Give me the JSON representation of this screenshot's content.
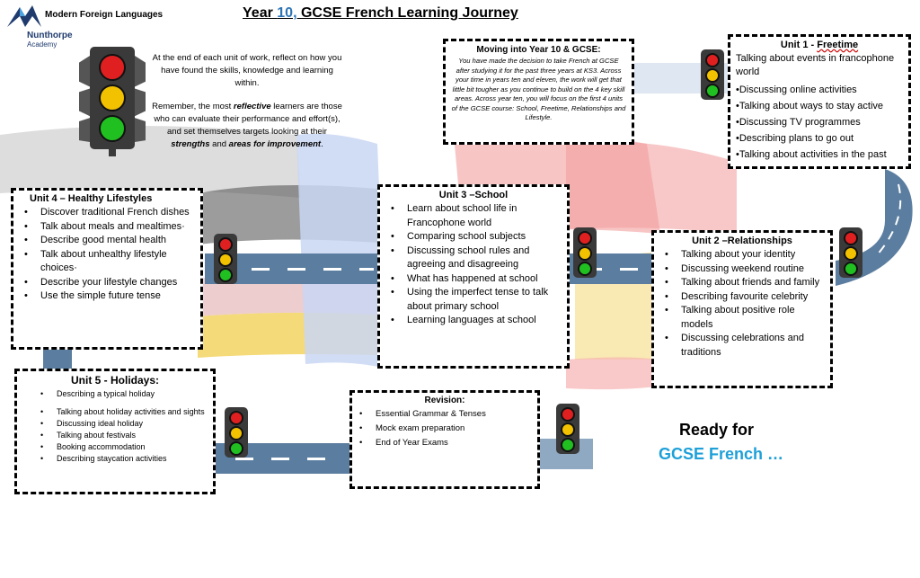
{
  "header": {
    "department": "Modern Foreign Languages",
    "school_name": "Nunthorpe",
    "school_sub": "Academy",
    "title_prefix": "Year ",
    "title_year": "10,",
    "title_rest": " GCSE French Learning Journey"
  },
  "intro": {
    "para1": "At the end of each unit of work, reflect on how you have found the skills, knowledge and learning within.",
    "para2_a": "Remember, the most ",
    "para2_reflective": "reflective",
    "para2_b": " learners are those who can evaluate their performance and effort(s), and set themselves targets looking at their ",
    "para2_strengths": "strengths",
    "para2_and": " and ",
    "para2_areas": "areas for improvement",
    "para2_end": "."
  },
  "moving": {
    "title": "Moving into Year 10 & GCSE:",
    "body": "You have made the decision to take French at GCSE after studying it for the past three years at KS3. Across your time in years ten and eleven, the work will get that little bit tougher as you continue to build on the 4 key skill areas. Across year ten, you will focus on the first 4 units of the GCSE course: School, Freetime, Relationships and Lifestyle."
  },
  "unit1": {
    "title_a": "Unit 1 - ",
    "title_b": "Freetime",
    "items": [
      "Talking about events in francophone world",
      "•Discussing online activities",
      "•Talking about ways to stay active",
      "•Discussing TV programmes",
      "•Describing plans to go out",
      "•Talking about activities in the past"
    ]
  },
  "unit2": {
    "title": "Unit 2 –Relationships",
    "items": [
      "Talking about your identity",
      "Discussing weekend routine",
      "Talking about friends and family",
      "Describing favourite celebrity",
      "Talking about positive role models",
      "Discussing celebrations and traditions"
    ]
  },
  "unit3": {
    "title": "Unit 3 –School",
    "items": [
      " Learn about school life in Francophone world",
      "Comparing school subjects",
      "Discussing school rules and agreeing and disagreeing",
      "What has happened at school",
      "Using the imperfect tense to talk",
      "about primary school",
      "Learning languages at school"
    ]
  },
  "unit4": {
    "title": "Unit 4 – Healthy Lifestyles",
    "items": [
      "Discover traditional French dishes",
      "Talk about meals and mealtimes·",
      "Describe good mental health",
      "Talk about unhealthy lifestyle choices·",
      "Describe your lifestyle changes",
      "Use the simple future tense"
    ]
  },
  "unit5": {
    "title": "Unit 5 - Holidays:",
    "items": [
      "Describing a typical holiday",
      "Talking about holiday activities and sights",
      "Discussing ideal holiday",
      "Talking about festivals",
      "Booking accommodation",
      "Describing staycation activities"
    ]
  },
  "revision": {
    "title": "Revision:",
    "items": [
      "Essential Grammar & Tenses",
      "Mock exam preparation",
      "End of Year Exams"
    ]
  },
  "ready": {
    "line1": "Ready for",
    "line2": "GCSE French …"
  },
  "colors": {
    "title_year": "#2e74b5",
    "gcse_blue": "#1ea0d8",
    "road": "#5b7ea0",
    "logo_blue": "#1f3b6e"
  },
  "icons": {
    "logo": "nunthorpe-logo-icon",
    "traffic_light": "traffic-light-icon"
  }
}
